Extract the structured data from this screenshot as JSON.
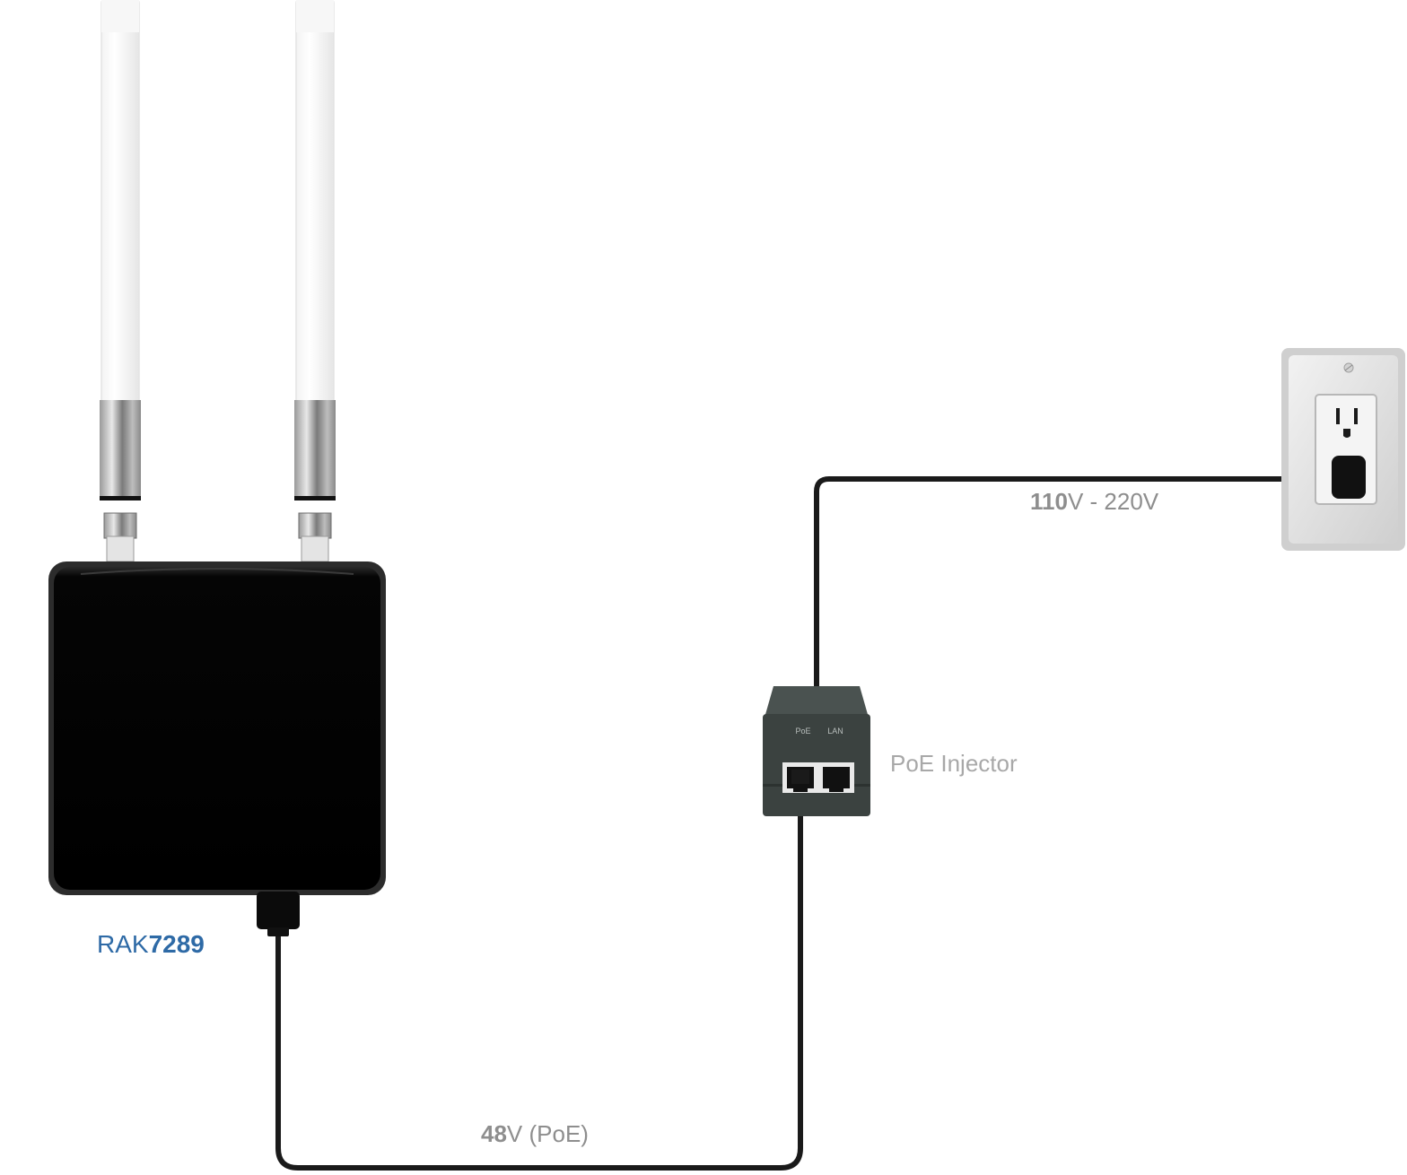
{
  "gateway": {
    "label_prefix": "RAK",
    "label_model": "7289",
    "label_color": "#2e6aa6"
  },
  "injector": {
    "label": "PoE Injector",
    "port_poe": "PoE",
    "port_lan": "LAN",
    "label_color": "#a8a8a8"
  },
  "cables": {
    "mains_strong": "110",
    "mains_rest": "V - 220",
    "mains_tail": "V",
    "poe_strong": "48",
    "poe_rest": "V (PoE)",
    "label_color": "#8e8e8e"
  },
  "icons": [
    "antenna-icon",
    "gateway-icon",
    "poe-injector-icon",
    "wall-outlet-icon",
    "plug-icon",
    "rj45-port-icon"
  ],
  "colors": {
    "cable": "#1a1a1a",
    "gateway_body": "#050505",
    "injector_body": "#3b4240",
    "outlet_plate": "#e6e6e6"
  }
}
